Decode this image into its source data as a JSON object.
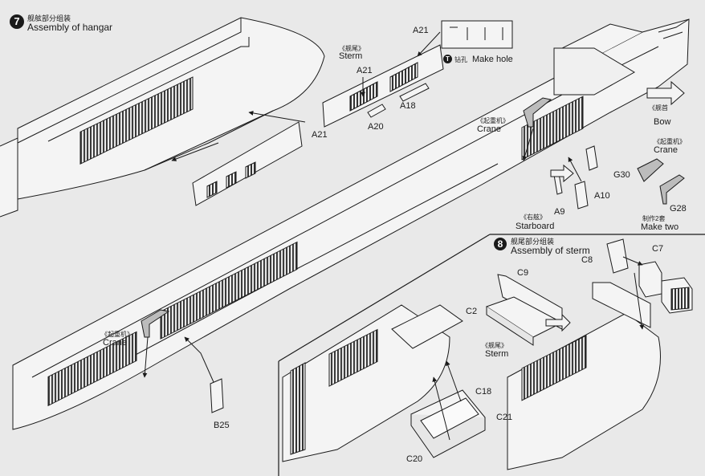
{
  "colors": {
    "background": "#e9e9e9",
    "ink": "#1a1a1a",
    "fill": "#f4f4f4",
    "shade": "#9a9a9a"
  },
  "step7": {
    "number": "7",
    "title_zh": "舰舷部分组装",
    "title_en": "Assembly of hangar",
    "labels": {
      "a21_top": "A21",
      "a21_mid": "A21",
      "a21_right": "A21",
      "a18": "A18",
      "a20": "A20",
      "make_hole_zh": "钻孔",
      "make_hole": "Make hole",
      "sterm_zh": "《舰尾》",
      "sterm": "Sterm",
      "crane_mid_zh": "《起重机》",
      "crane_mid": "Crane",
      "crane_left_zh": "《起重机》",
      "crane_left": "Crane",
      "bow_zh": "《舰首",
      "bow": "Bow",
      "crane_right_zh": "《起重机》",
      "crane_right": "Crane",
      "g30": "G30",
      "g28": "G28",
      "make_two_zh": "制作2套",
      "make_two": "Make two",
      "a10": "A10",
      "a9": "A9",
      "starboard_zh": "《右舷》",
      "starboard": "Starboard",
      "b25": "B25"
    }
  },
  "step8": {
    "number": "8",
    "title_zh": "舰尾部分组装",
    "title_en": "Assembly of sterm",
    "labels": {
      "c8": "C8",
      "c7": "C7",
      "c9": "C9",
      "c2": "C2",
      "c18": "C18",
      "c21": "C21",
      "c20": "C20",
      "sterm_zh": "《舰尾》",
      "sterm": "Sterm"
    }
  }
}
